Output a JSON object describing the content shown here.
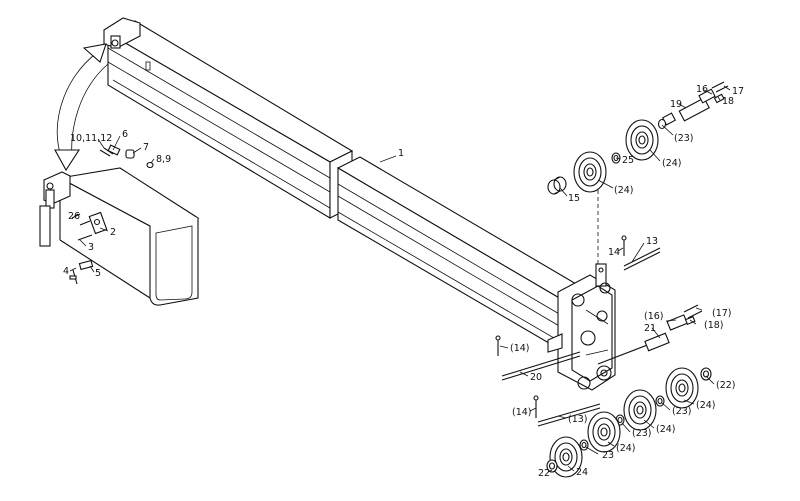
{
  "callouts": {
    "c1": "1",
    "c2": "2",
    "c3": "3",
    "c4": "4",
    "c5": "5",
    "c6": "6",
    "c7": "7",
    "c8_9": "8,9",
    "c10_12": "10,11,12",
    "c26": "26",
    "c15": "15",
    "c25": "25",
    "c24a": "(24)",
    "c24b": "(24)",
    "c23a": "(23)",
    "c16a": "16",
    "c17a": "17",
    "c18a": "18",
    "c19": "19",
    "c13a": "13",
    "c14a": "14",
    "c16b": "(16)",
    "c17b": "(17)",
    "c18b": "(18)",
    "c21": "21",
    "c14b": "(14)",
    "c20": "20",
    "c14c": "(14)",
    "c13b": "(13)",
    "c22a": "(22)",
    "c24c": "(24)",
    "c23b": "(23)",
    "c24d": "(24)",
    "c23c": "(23)",
    "c23d": "23",
    "c24e": "(24)",
    "c22b": "22",
    "c24f": "24"
  }
}
